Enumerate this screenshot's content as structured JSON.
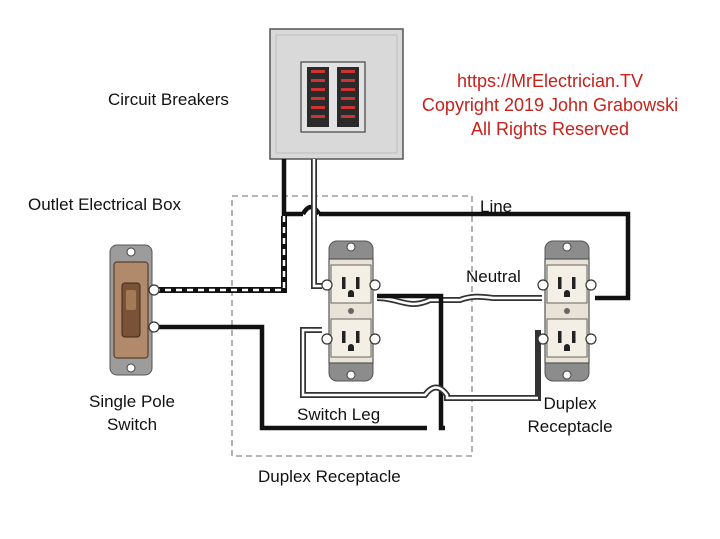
{
  "labels": {
    "circuit_breakers": "Circuit Breakers",
    "outlet_box": "Outlet Electrical Box",
    "line": "Line",
    "neutral": "Neutral",
    "switch_leg": "Switch Leg",
    "switch_line1": "Single Pole",
    "switch_line2": "Switch",
    "receptacle_right_line1": "Duplex",
    "receptacle_right_line2": "Receptacle",
    "receptacle_bottom": "Duplex Receptacle"
  },
  "credits": {
    "url": "https://MrElectrician.TV",
    "copyright": "Copyright 2019 John Grabowski",
    "rights": "All Rights Reserved"
  },
  "colors": {
    "credit_red": "#c8201a",
    "wire_hot": "#111111",
    "panel": "#d9d9d9"
  }
}
